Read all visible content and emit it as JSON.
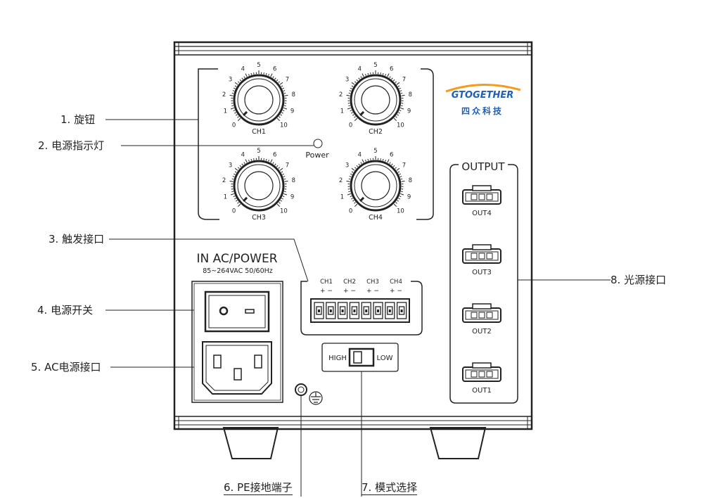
{
  "callouts": {
    "knob": "1. 旋钮",
    "power_led": "2. 电源指示灯",
    "trigger": "3. 触发接口",
    "power_switch": "4. 电源开关",
    "ac_inlet": "5. AC电源接口",
    "pe_terminal": "6. PE接地端子",
    "mode_select": "7. 模式选择",
    "light_out": "8. 光源接口"
  },
  "panel": {
    "brand": "GTOGETHER",
    "brand_cn": "四众科技",
    "power_label": "Power",
    "channels": [
      "CH1",
      "CH2",
      "CH3",
      "CH4"
    ],
    "dial_numbers": [
      "0",
      "1",
      "2",
      "3",
      "4",
      "5",
      "6",
      "7",
      "8",
      "9",
      "10"
    ],
    "power_title": "IN AC/POWER",
    "power_spec": "85~264VAC 50/60Hz",
    "trigger_channels": [
      "CH1",
      "CH2",
      "CH3",
      "CH4"
    ],
    "trigger_polarity": "+ −",
    "mode_high": "HIGH",
    "mode_low": "LOW",
    "output_title": "OUTPUT",
    "outputs": [
      "OUT4",
      "OUT3",
      "OUT2",
      "OUT1"
    ]
  },
  "colors": {
    "brand_blue": "#1f5fb8",
    "brand_orange": "#f39c1f",
    "ink": "#222222"
  }
}
